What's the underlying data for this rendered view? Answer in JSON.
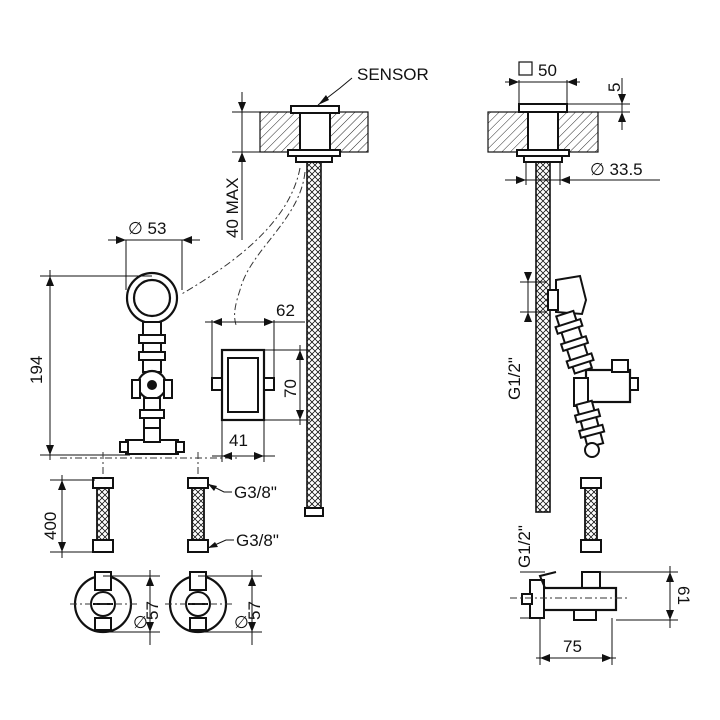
{
  "labels": {
    "sensor": "SENSOR",
    "max40": "40 MAX",
    "d53": "∅ 53",
    "dim62": "62",
    "dim70": "70",
    "dim41": "41",
    "dim194": "194",
    "dim400": "400",
    "g38_top": "G3/8\"",
    "g38_bottom": "G3/8\"",
    "d57_left": "57",
    "d57_right": "57",
    "sq50": "50",
    "dim5": "5",
    "d335": "∅ 33.5",
    "g12_upper": "G1/2\"",
    "g12_lower": "G1/2\"",
    "dim61": "61",
    "dim75": "75"
  }
}
